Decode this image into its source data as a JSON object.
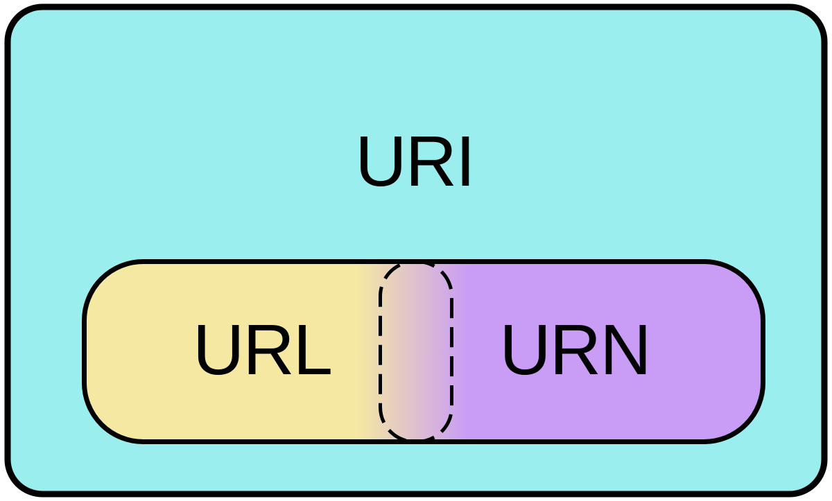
{
  "diagram": {
    "outer": {
      "label": "URI"
    },
    "left": {
      "label": "URL"
    },
    "right": {
      "label": "URN"
    }
  },
  "colors": {
    "outer": "#9AEEEE",
    "left": "#F5E8A2",
    "right": "#C99CF6",
    "stroke": "#000000"
  }
}
